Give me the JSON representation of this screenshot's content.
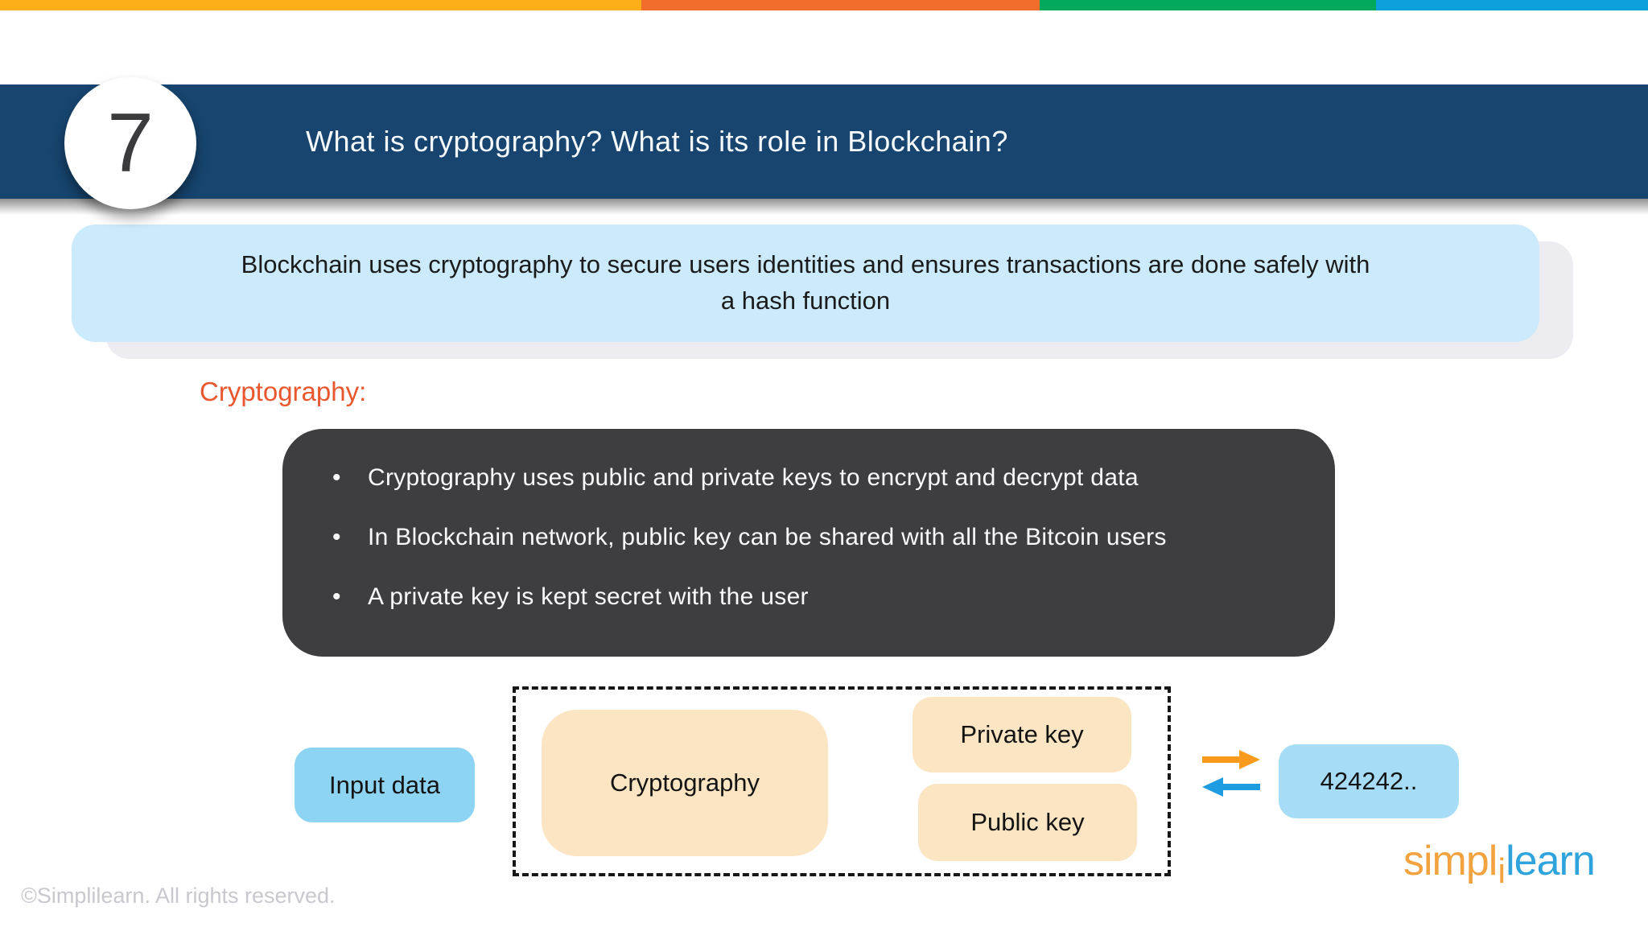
{
  "stripe": {
    "colors": [
      "#FBAE17",
      "#F26D2C",
      "#02A95C",
      "#0CA0DC"
    ]
  },
  "header": {
    "slide_number": "7",
    "title": "What is cryptography? What is its role in Blockchain?",
    "bg_color": "#17456F",
    "title_color": "#F7FAFC"
  },
  "callout": {
    "bg_color": "#CBEAFB",
    "lines": [
      "Blockchain uses cryptography to secure users identities and ensures transactions are done safely with",
      "a hash function"
    ]
  },
  "section": {
    "label": "Cryptography:",
    "color": "#E9572E"
  },
  "bullet_box": {
    "bg_color": "#3E3E41",
    "bullet_char": "•",
    "bullets": [
      "Cryptography uses public and private keys to encrypt and decrypt data",
      "In Blockchain network, public key can be shared with all the Bitcoin users",
      "A private key is kept secret with the user"
    ]
  },
  "diagram": {
    "input_label": "Input data",
    "process_label": "Cryptography",
    "private_key_label": "Private key",
    "public_key_label": "Public key",
    "output_label": "424242..",
    "io_box_color": "#8DD4F3",
    "output_box_color": "#A7DCF6",
    "key_box_color": "#FBE5C3",
    "arrow_right_color": "#F89B1C",
    "arrow_left_color": "#1D9CE1"
  },
  "footer": {
    "copyright": "©Simplilearn. All rights reserved.",
    "logo": {
      "prefix": "simpl",
      "mid": "i",
      "suffix": "learn",
      "prefix_color": "#F2A33F",
      "suffix_color": "#2FA3DC"
    }
  }
}
